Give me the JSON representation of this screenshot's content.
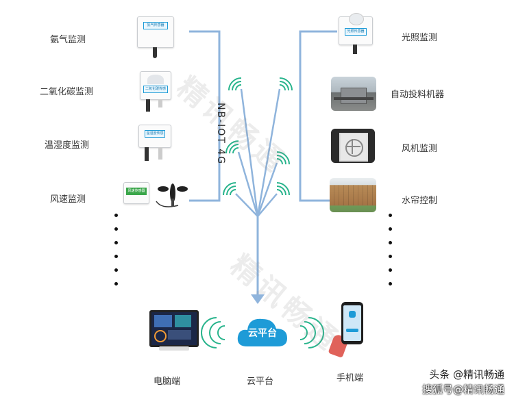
{
  "left_sensors": [
    {
      "label": "氨气监测",
      "tag": "氨气传感器"
    },
    {
      "label": "二氧化碳监测",
      "tag": "二氧化碳传感器"
    },
    {
      "label": "温湿度监测",
      "tag": "温湿度传感器"
    },
    {
      "label": "风速监测",
      "tag": "风速传感器"
    }
  ],
  "right_devices": [
    {
      "label": "光照监测",
      "tag": "光照传感器"
    },
    {
      "label": "自动投料机器"
    },
    {
      "label": "风机监测"
    },
    {
      "label": "水帘控制"
    }
  ],
  "network_label": "NB-IOT  4G",
  "cloud_badge": "云平台",
  "bottom": {
    "pc_label": "电脑端",
    "cloud_label": "云平台",
    "phone_label": "手机端"
  },
  "watermark": "精讯畅通",
  "credits": {
    "line1": "头条 @精讯畅通",
    "line2": "搜狐号@精讯畅通"
  },
  "colors": {
    "line": "#8fb4dc",
    "signal": "#28b48c",
    "cloud": "#1e9bd7",
    "pc_screen": "#1b2747"
  }
}
